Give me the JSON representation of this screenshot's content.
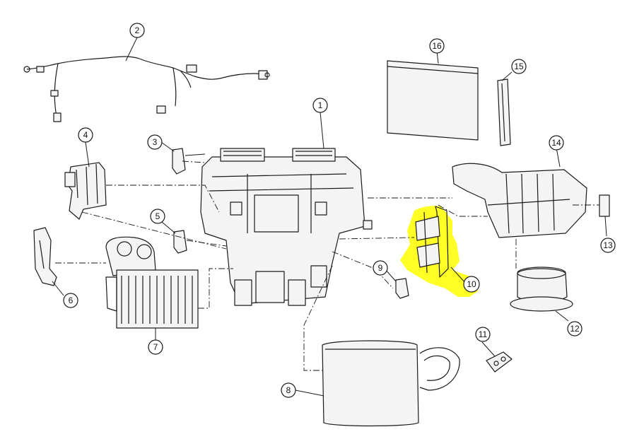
{
  "diagram": {
    "highlight_color": "#ffff00",
    "callouts": [
      {
        "id": "c1",
        "label": "1"
      },
      {
        "id": "c2",
        "label": "2"
      },
      {
        "id": "c3",
        "label": "3"
      },
      {
        "id": "c4",
        "label": "4"
      },
      {
        "id": "c5",
        "label": "5"
      },
      {
        "id": "c6",
        "label": "6"
      },
      {
        "id": "c7",
        "label": "7"
      },
      {
        "id": "c8",
        "label": "8"
      },
      {
        "id": "c9",
        "label": "9"
      },
      {
        "id": "c10",
        "label": "10"
      },
      {
        "id": "c11",
        "label": "11"
      },
      {
        "id": "c12",
        "label": "12"
      },
      {
        "id": "c13",
        "label": "13"
      },
      {
        "id": "c14",
        "label": "14"
      },
      {
        "id": "c15",
        "label": "15"
      },
      {
        "id": "c16",
        "label": "16"
      }
    ]
  }
}
